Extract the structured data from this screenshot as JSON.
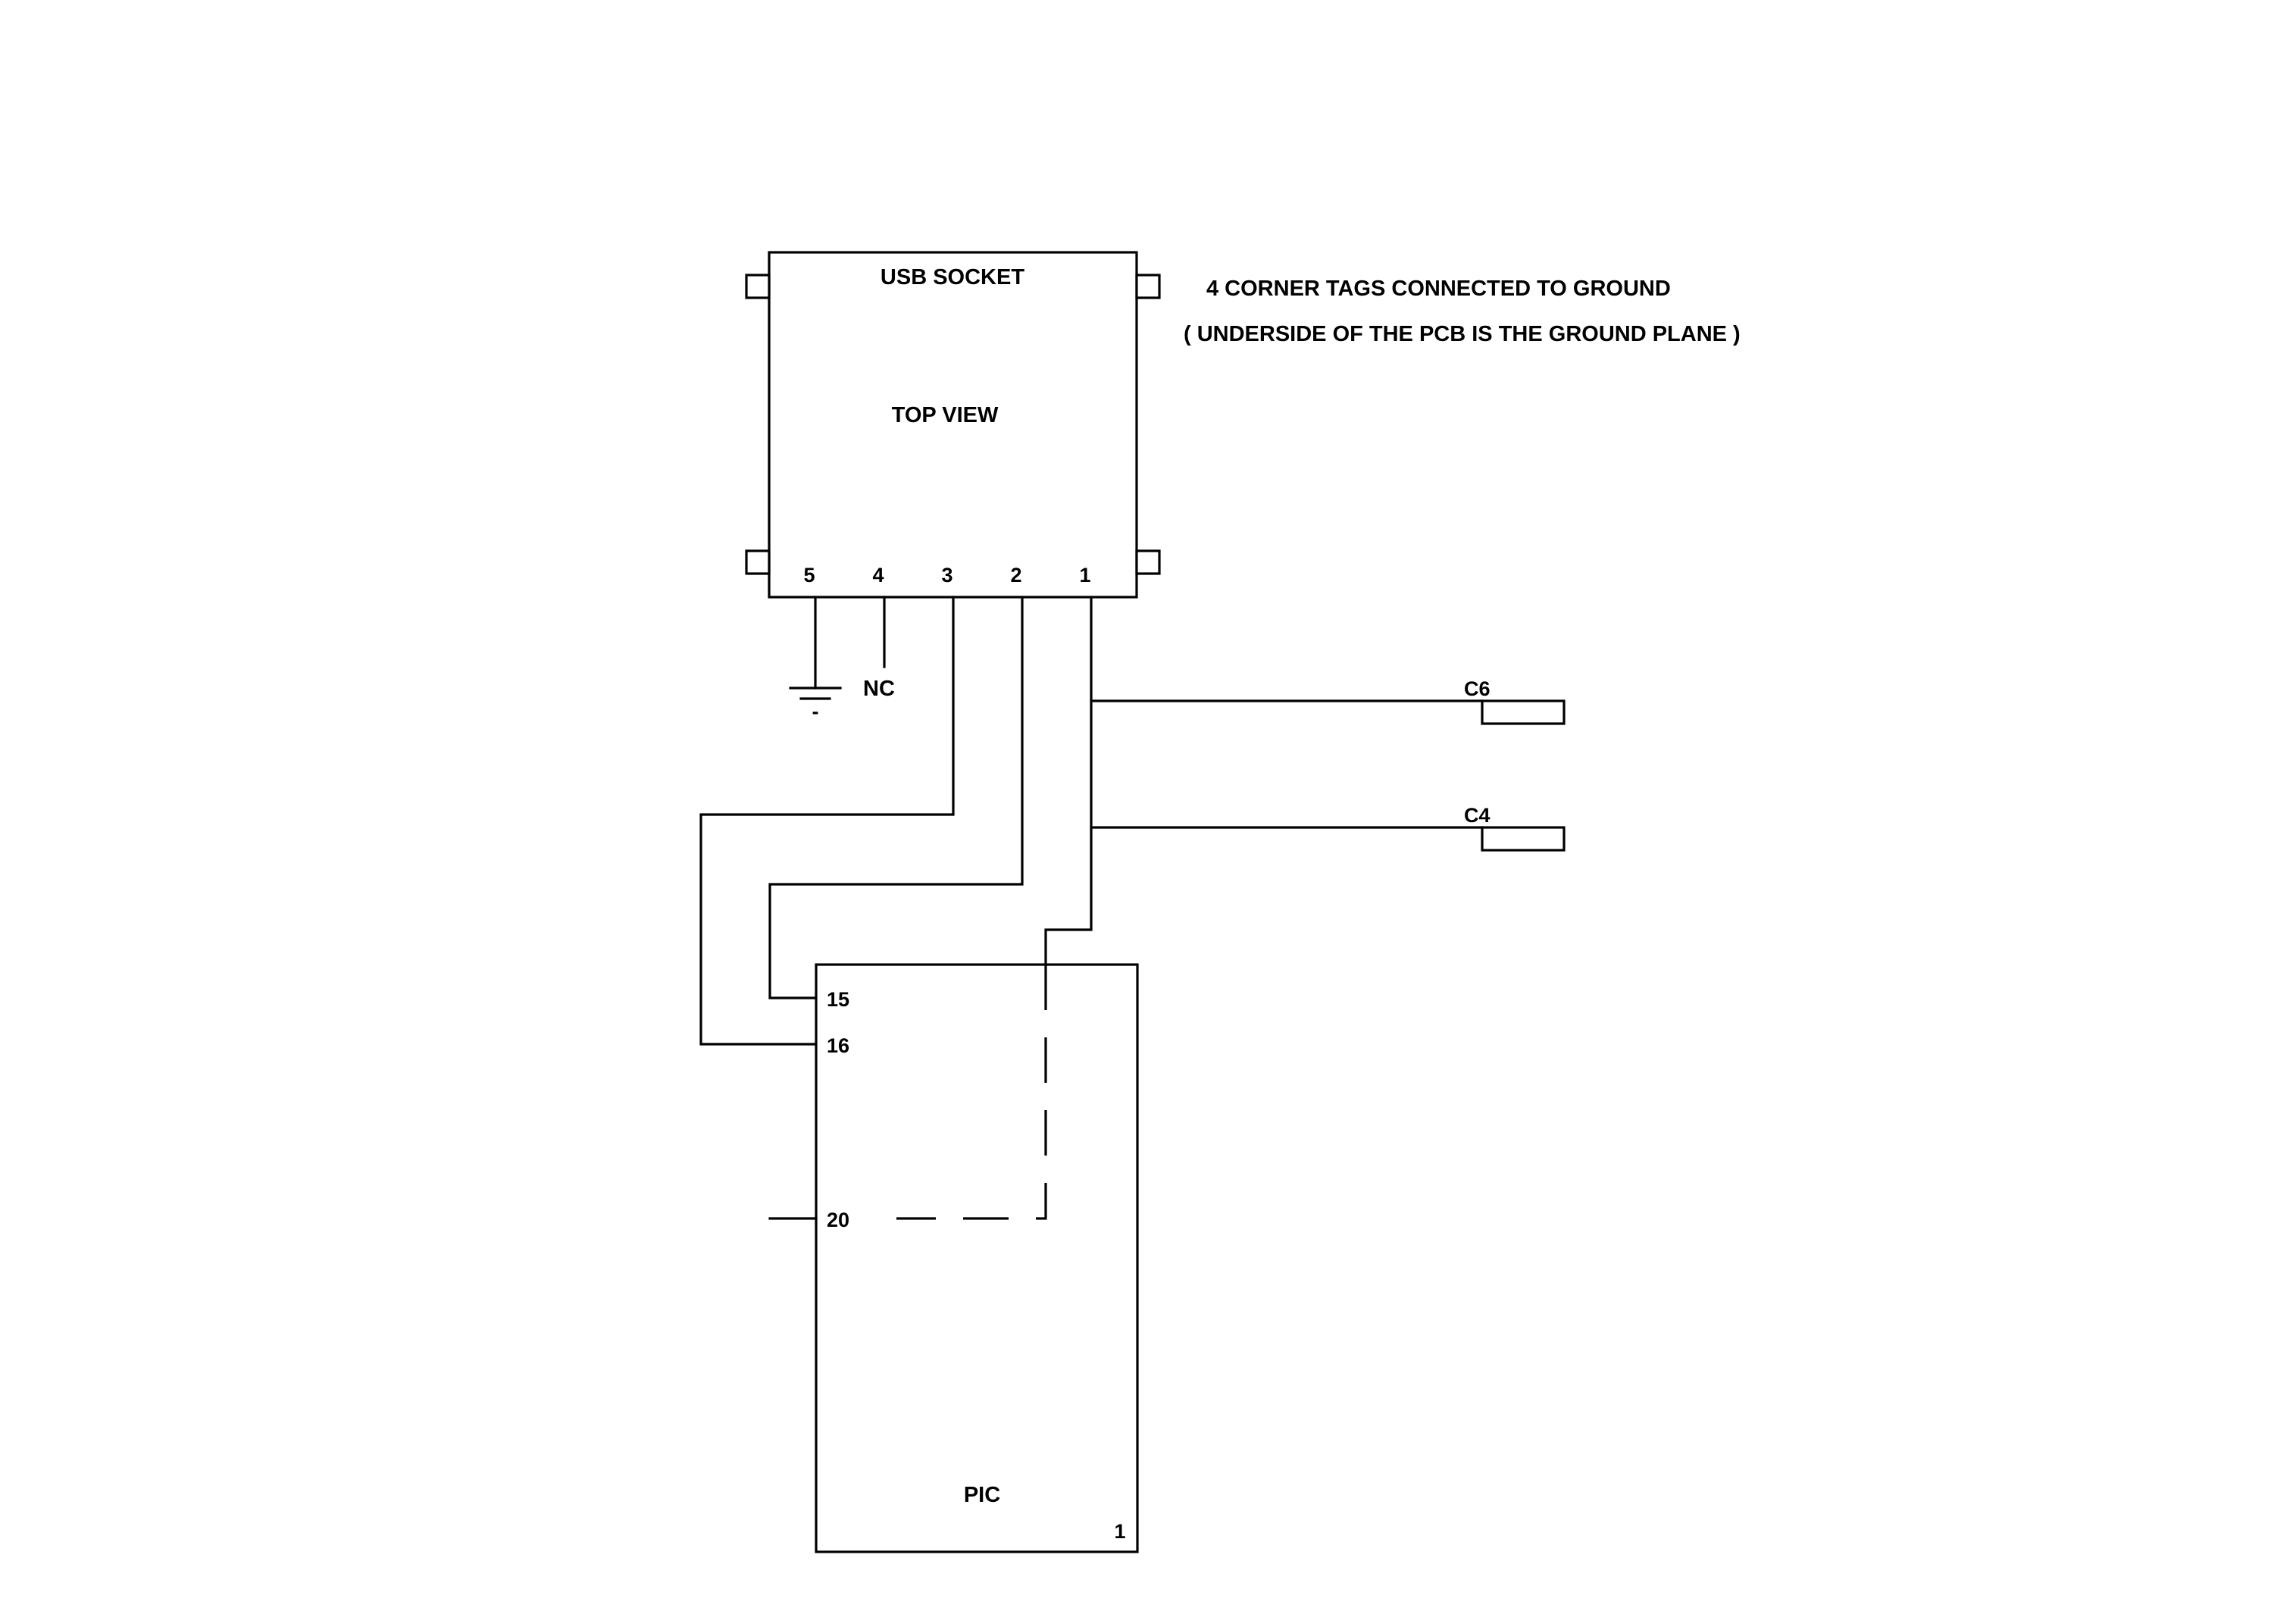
{
  "usb_socket": {
    "title": "USB SOCKET",
    "view": "TOP VIEW",
    "pins": [
      "5",
      "4",
      "3",
      "2",
      "1"
    ],
    "nc_label": "NC",
    "ground_mark": "-"
  },
  "notes": {
    "line1": "4 CORNER TAGS CONNECTED TO GROUND",
    "line2": "( UNDERSIDE OF THE PCB IS THE GROUND PLANE )"
  },
  "capacitors": {
    "c6": "C6",
    "c4": "C4"
  },
  "pic": {
    "title": "PIC",
    "pin15": "15",
    "pin16": "16",
    "pin20": "20",
    "pin1": "1"
  }
}
